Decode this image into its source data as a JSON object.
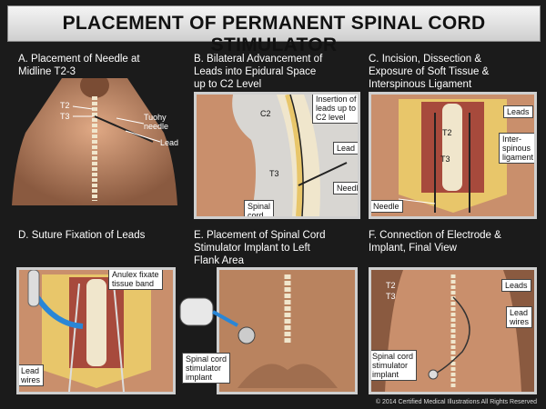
{
  "title": "PLACEMENT OF PERMANENT SPINAL CORD STIMULATOR",
  "panels": {
    "a": {
      "caption_l1": "A. Placement of Needle at",
      "caption_l2": "Midline T2-3",
      "labels": {
        "t2": "T2",
        "t3": "T3",
        "tuohy1": "Tuohy",
        "tuohy2": "needle",
        "lead": "Lead"
      }
    },
    "b": {
      "caption_l1": "B. Bilateral Advancement of",
      "caption_l2": "Leads into Epidural Space",
      "caption_l3": "up to C2 Level",
      "labels": {
        "ins1": "Insertion of",
        "ins2": "leads up to",
        "ins3": "C2 level",
        "c2": "C2",
        "t3": "T3",
        "lead": "Lead",
        "needle": "Needle",
        "cord1": "Spinal",
        "cord2": "cord"
      }
    },
    "c": {
      "caption_l1": "C. Incision, Dissection &",
      "caption_l2": "Exposure of Soft Tissue &",
      "caption_l3": "Interspinous Ligament",
      "labels": {
        "leads": "Leads",
        "t2": "T2",
        "t3": "T3",
        "lig1": "Inter-",
        "lig2": "spinous",
        "lig3": "ligament",
        "needle": "Needle"
      }
    },
    "d": {
      "caption_l1": "D. Suture Fixation of Leads",
      "labels": {
        "band1": "Anulex fixate",
        "band2": "tissue band",
        "wires1": "Lead",
        "wires2": "wires"
      }
    },
    "e": {
      "caption_l1": "E. Placement of Spinal Cord",
      "caption_l2": "Stimulator Implant to Left",
      "caption_l3": "Flank Area",
      "labels": {
        "imp1": "Spinal cord",
        "imp2": "stimulator",
        "imp3": "implant"
      }
    },
    "f": {
      "caption_l1": "F. Connection of Electrode &",
      "caption_l2": "Implant, Final View",
      "labels": {
        "t2": "T2",
        "t3": "T3",
        "leads": "Leads",
        "wires1": "Lead",
        "wires2": "wires",
        "imp1": "Spinal cord",
        "imp2": "stimulator",
        "imp3": "implant"
      }
    }
  },
  "copyright": "© 2014 Certified Medical Illustrations All Rights Reserved",
  "colors": {
    "background": "#1b1b1b",
    "skin": "#c98f6c",
    "bone": "#f0e6cc",
    "fat": "#e8c66a",
    "panel_border": "#cfcfcf"
  }
}
